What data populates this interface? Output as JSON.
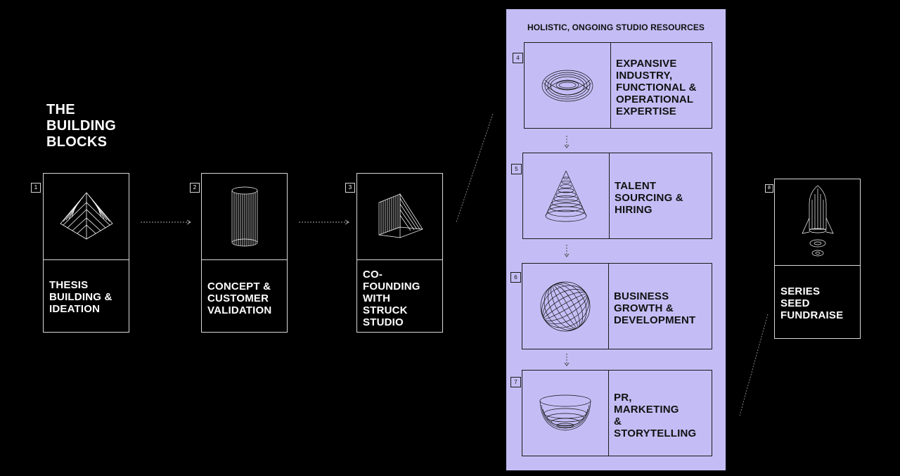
{
  "title": [
    "THE",
    "BUILDING",
    "BLOCKS"
  ],
  "steps": [
    {
      "num": "1",
      "label": [
        "THESIS",
        "BUILDING &",
        "IDEATION"
      ],
      "icon": "pyramid-icon"
    },
    {
      "num": "2",
      "label": [
        "CONCEPT &",
        "CUSTOMER",
        "VALIDATION"
      ],
      "icon": "cylinder-icon"
    },
    {
      "num": "3",
      "label": [
        "CO-",
        "FOUNDING",
        "WITH",
        "STRUCK",
        "STUDIO"
      ],
      "icon": "wedge-icon"
    }
  ],
  "panel": {
    "title": "HOLISTIC, ONGOING STUDIO RESOURCES",
    "background": "#c4bdf5",
    "items": [
      {
        "num": "4",
        "label": [
          "EXPANSIVE",
          "INDUSTRY,",
          "FUNCTIONAL &",
          "OPERATIONAL",
          "EXPERTISE"
        ],
        "icon": "torus-icon"
      },
      {
        "num": "5",
        "label": [
          "TALENT",
          "SOURCING &",
          "HIRING"
        ],
        "icon": "cone-icon"
      },
      {
        "num": "6",
        "label": [
          "BUSINESS",
          "GROWTH &",
          "DEVELOPMENT"
        ],
        "icon": "sphere-icon"
      },
      {
        "num": "7",
        "label": [
          "PR,",
          "MARKETING",
          "&",
          "STORYTELLING"
        ],
        "icon": "bowl-icon"
      }
    ]
  },
  "final": {
    "num": "8",
    "label": [
      "SERIES",
      "SEED",
      "FUNDRAISE"
    ],
    "icon": "rocket-icon"
  }
}
